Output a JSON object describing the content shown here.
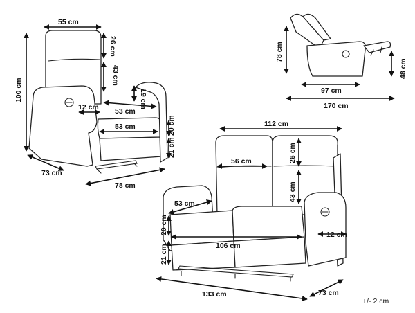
{
  "armchair": {
    "width_top": "55 cm",
    "headrest": "26 cm",
    "backrest": "43 cm",
    "height": "100 cm",
    "armrest_width": "12 cm",
    "seat_depth_upper": "53 cm",
    "armrest_height": "19 cm",
    "seat_depth_lower": "53 cm",
    "seat_height_upper": "20 cm",
    "seat_height_lower": "21 cm",
    "depth": "73 cm",
    "width": "78 cm"
  },
  "reclined": {
    "height": "78 cm",
    "footrest_height": "48 cm",
    "seat_length": "97 cm",
    "total_length": "170 cm"
  },
  "sofa": {
    "width_top": "112 cm",
    "seat_width": "56 cm",
    "headrest": "26 cm",
    "backrest": "43 cm",
    "seat_depth": "53 cm",
    "armrest_width": "12 cm",
    "seat_height_upper": "20 cm",
    "seat_height_lower": "21 cm",
    "seat_span": "106 cm",
    "width": "133 cm",
    "depth": "73 cm"
  },
  "tolerance": "+/- 2 cm"
}
